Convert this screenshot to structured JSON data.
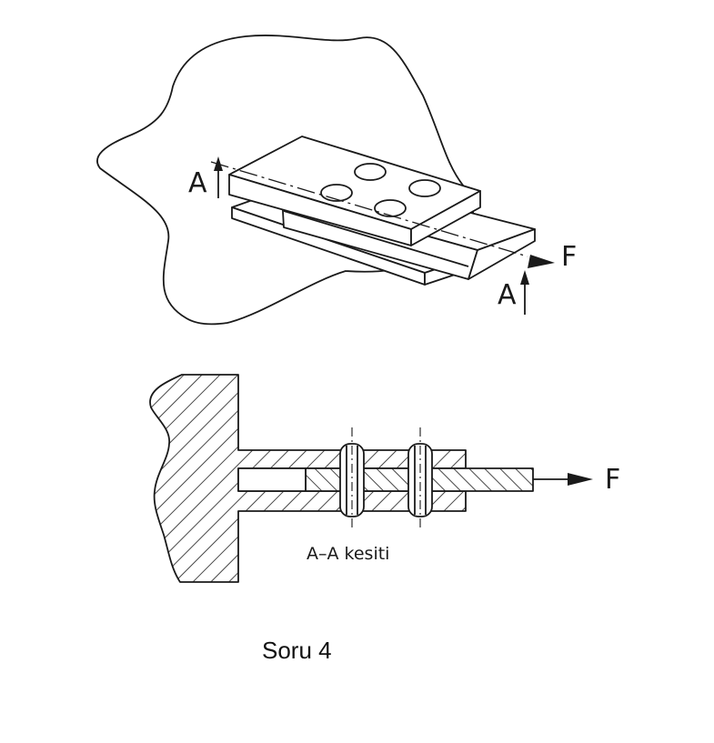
{
  "figure": {
    "view_label_top": "A",
    "view_label_bottom": "A",
    "force_label_iso": "F",
    "force_label_section": "F",
    "section_caption": "A–A kesiti"
  },
  "caption": "Soru 4",
  "colors": {
    "line": "#1a1a1a",
    "background": "#ffffff"
  }
}
